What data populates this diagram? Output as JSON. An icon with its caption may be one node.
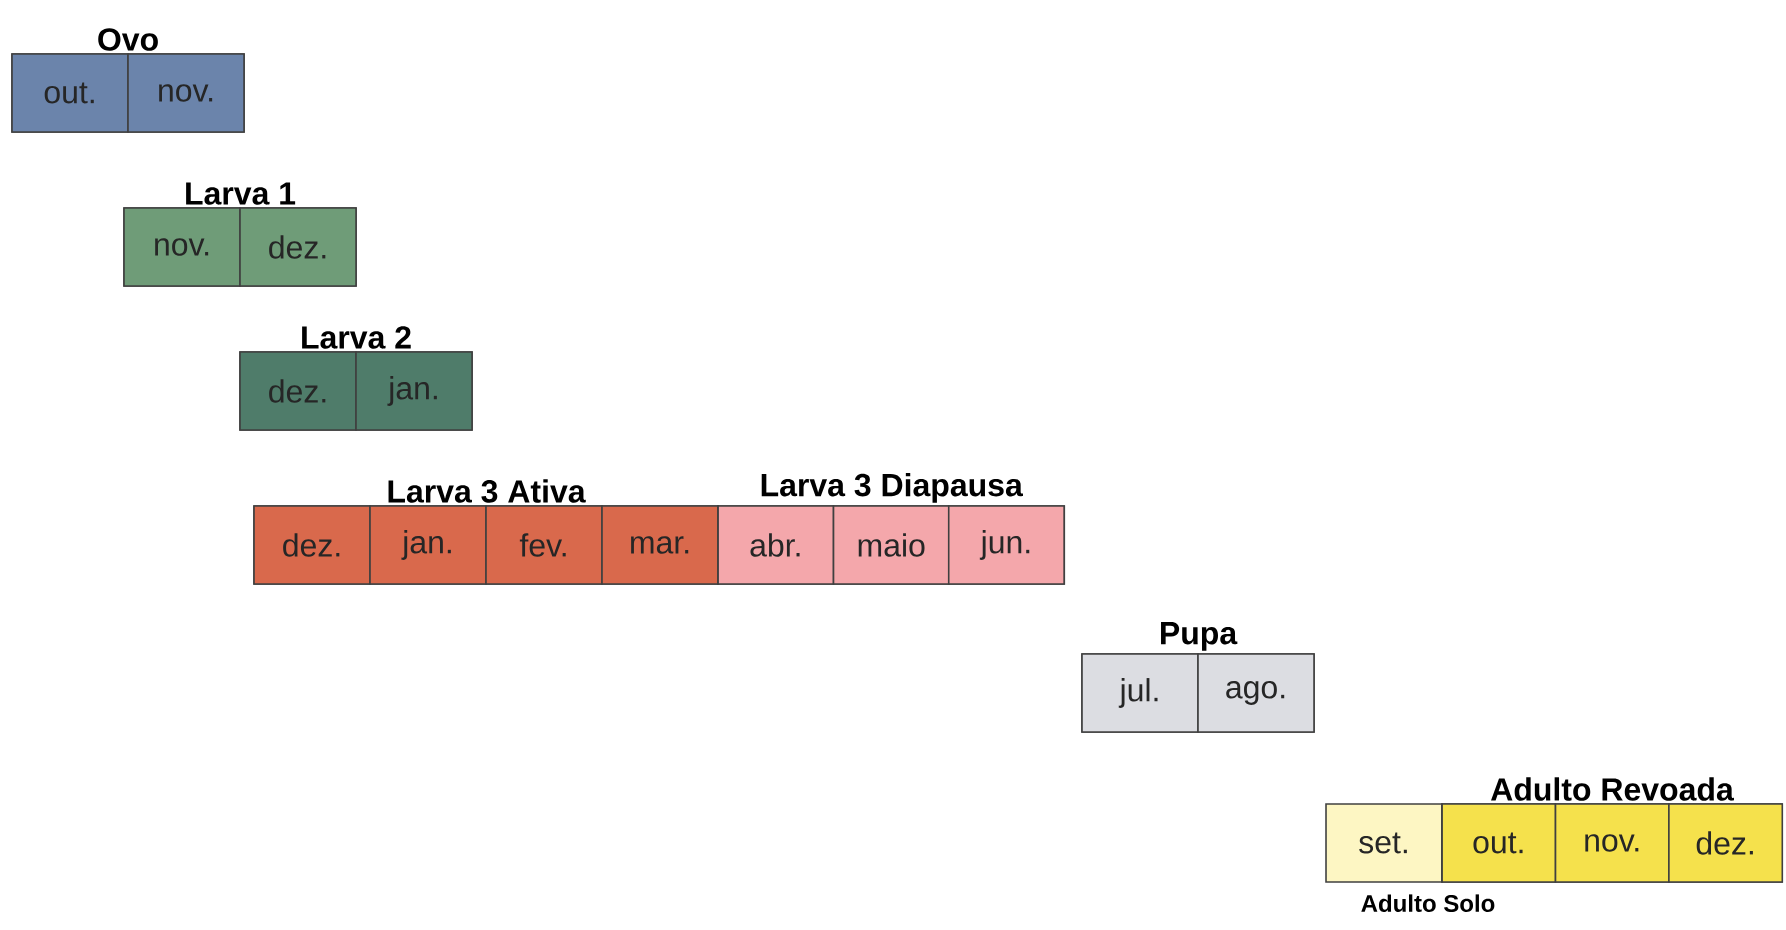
{
  "diagram": {
    "nodes": [
      {
        "text": [
          "Ovo"
        ]
      },
      {
        "text": [
          "out."
        ],
        "in": 0
      },
      {
        "text": [
          "nov."
        ],
        "in": 0
      },
      {
        "text": [
          "Larva 1"
        ]
      },
      {
        "text": [
          "nov."
        ],
        "in": 3
      },
      {
        "text": [
          "dez."
        ],
        "in": 3
      },
      {
        "text": [
          "Larva 2"
        ]
      },
      {
        "text": [
          "dez."
        ],
        "in": 6
      },
      {
        "text": [
          "jan."
        ],
        "in": 6
      },
      {
        "text": [
          "Larva 3 Ativa"
        ]
      },
      {
        "text": [
          "dez."
        ],
        "in": 9
      },
      {
        "text": [
          "jan."
        ],
        "in": 9
      },
      {
        "text": [
          "fev."
        ],
        "in": 9
      },
      {
        "text": [
          "mar."
        ],
        "in": 9
      },
      {
        "text": [
          "Larva 3 Diapausa"
        ]
      },
      {
        "text": [
          "abr."
        ],
        "in": 14
      },
      {
        "text": [
          "maio"
        ],
        "in": 14
      },
      {
        "text": [
          "jun."
        ],
        "in": 14
      },
      {
        "text": [
          "Pupa"
        ]
      },
      {
        "text": [
          "jul."
        ],
        "in": 18
      },
      {
        "text": [
          "ago."
        ],
        "in": 18
      },
      {
        "text": [
          "set."
        ],
        "beside": [
          "Adulto Solo"
        ]
      },
      {
        "text": [
          "Adulto Revoada"
        ]
      },
      {
        "text": [
          "out."
        ],
        "in": 22
      },
      {
        "text": [
          "nov."
        ],
        "in": 22
      },
      {
        "text": [
          "dez."
        ],
        "in": 22
      }
    ]
  }
}
